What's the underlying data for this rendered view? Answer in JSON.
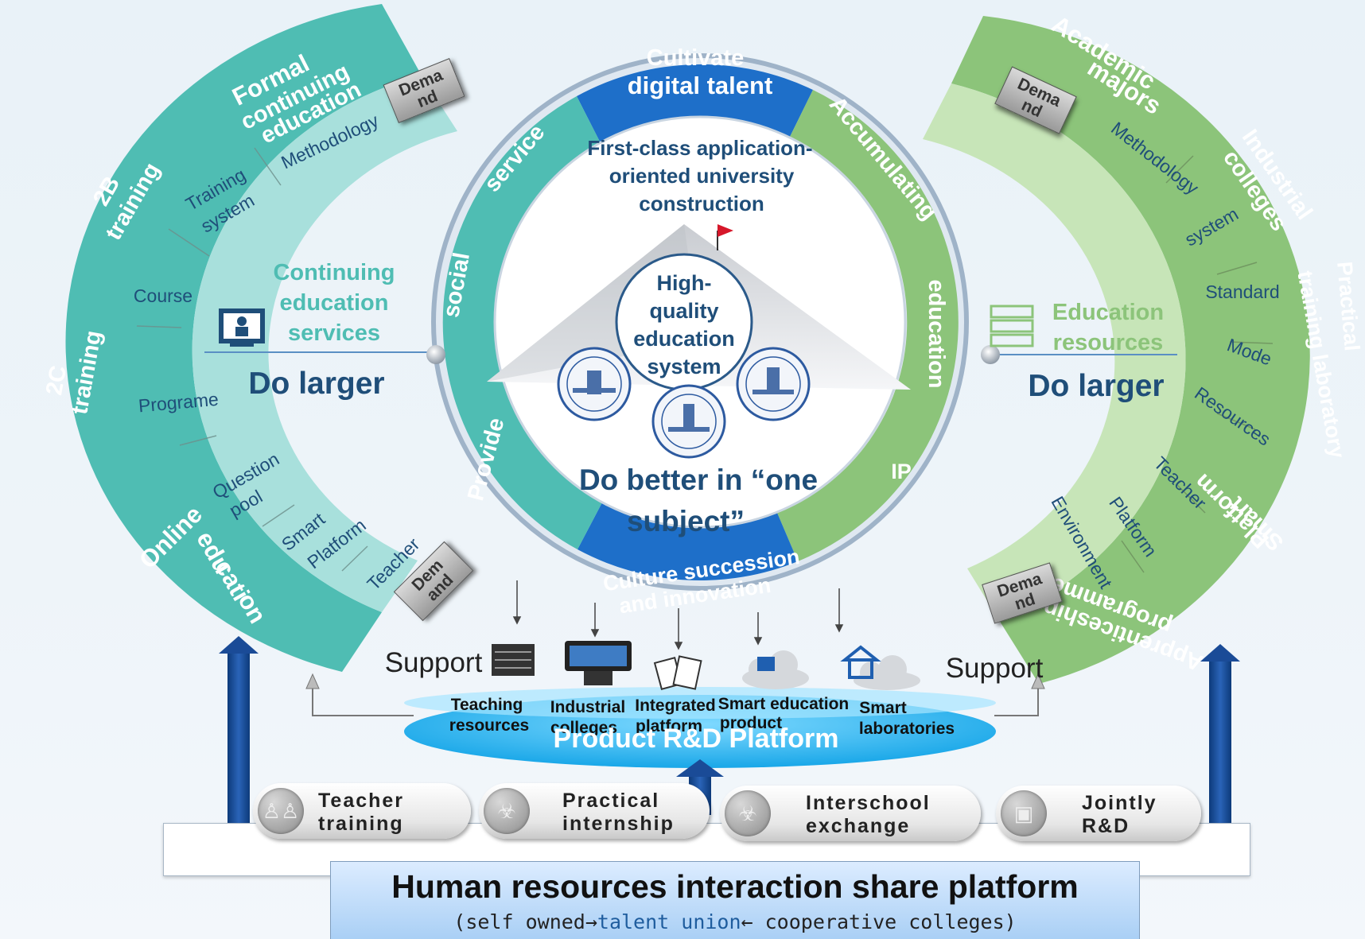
{
  "center": {
    "top_arc": [
      "Cultivate",
      "digital  talent"
    ],
    "bottom_arc": [
      "Culture succession",
      "and   innovation"
    ],
    "left_arc": [
      "Provide",
      "social",
      "service"
    ],
    "right_arc": [
      "Accumulating",
      "education",
      "IP"
    ],
    "goal": [
      "First-class application-",
      "oriented university",
      "construction"
    ],
    "core": [
      "High-",
      "quality",
      "education",
      "system"
    ],
    "motto": [
      "Do better in “one",
      "subject”"
    ]
  },
  "left": {
    "outer": {
      "formal": [
        "Formal",
        "continuing",
        "education"
      ],
      "b2b": [
        "2B",
        "training"
      ],
      "b2c": [
        "2C",
        "training"
      ],
      "online": [
        "Online",
        "edu",
        "cati",
        "on"
      ]
    },
    "inner": [
      "Methodology",
      "Training",
      "system",
      "Course",
      "Programe",
      "Question",
      "pool",
      "Smart",
      "Platform",
      "Teacher"
    ],
    "services": [
      "Continuing",
      "education",
      "services"
    ],
    "do_larger": "Do larger",
    "demand_top": [
      "Dema",
      "nd"
    ],
    "demand_bottom": [
      "Dem",
      "and"
    ],
    "support": "Support"
  },
  "right": {
    "outer": {
      "academic": [
        "Academic",
        "majors"
      ],
      "industrial": [
        "Industrial",
        "colleges"
      ],
      "practical": [
        "Practical",
        "training laboratory"
      ],
      "smart_platform": [
        "Smart",
        "Platform"
      ],
      "apprentice": [
        "Apprenticeship",
        "programme"
      ]
    },
    "inner": [
      "Methodology",
      "system",
      "Standard",
      "Mode",
      "Resources",
      "Teacher",
      "Platform",
      "Environment"
    ],
    "resources": [
      "Education",
      "resources"
    ],
    "do_larger": "Do larger",
    "demand_top": [
      "Dema",
      "nd"
    ],
    "demand_bottom": [
      "Dema",
      "nd"
    ],
    "support": "Support"
  },
  "platform": {
    "title": "Product R&D Platform",
    "items": [
      [
        "Teaching",
        "resources"
      ],
      [
        "Industrial",
        "colleges"
      ],
      [
        "Integrated",
        "platform"
      ],
      [
        "Smart education",
        "product"
      ],
      [
        "Smart",
        "laboratories"
      ]
    ]
  },
  "pills": [
    [
      "Teacher",
      "training"
    ],
    [
      "Practical",
      "internship"
    ],
    [
      "Interschool",
      "exchange"
    ],
    [
      "Jointly",
      "R&D"
    ]
  ],
  "hr": {
    "title": "Human resources interaction share platform",
    "sub_a": "(self owned→",
    "sub_u": "talent union",
    "sub_b": "← cooperative colleges)"
  },
  "colors": {
    "teal": "#4fbdb3",
    "teal_light": "#a8e0dc",
    "green": "#8cc47a",
    "green_light": "#c7e5b8",
    "blue": "#1e6fc9",
    "navy": "#1f4e79",
    "platform": "#29b6f0"
  }
}
